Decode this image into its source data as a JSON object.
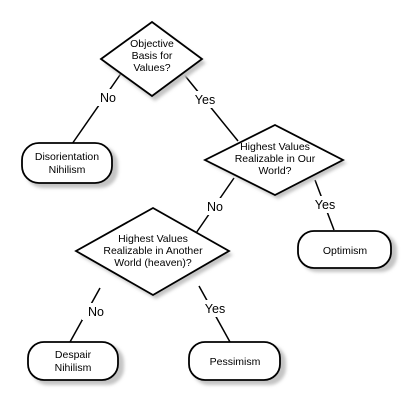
{
  "nodes": {
    "objective": {
      "lines": [
        "Objective",
        "Basis for",
        "Values?"
      ]
    },
    "disorientation": {
      "lines": [
        "Disorientation",
        "Nihilism"
      ]
    },
    "realizable_our_world": {
      "lines": [
        "Highest Values",
        "Realizable in Our",
        "World?"
      ]
    },
    "optimism": {
      "lines": [
        "Optimism"
      ]
    },
    "realizable_another_world": {
      "lines": [
        "Highest Values",
        "Realizable in Another",
        "World (heaven)?"
      ]
    },
    "despair": {
      "lines": [
        "Despair",
        "Nihilism"
      ]
    },
    "pessimism": {
      "lines": [
        "Pessimism"
      ]
    }
  },
  "edges": {
    "objective_no": "No",
    "objective_yes": "Yes",
    "our_world_no": "No",
    "our_world_yes": "Yes",
    "another_world_no": "No",
    "another_world_yes": "Yes"
  }
}
